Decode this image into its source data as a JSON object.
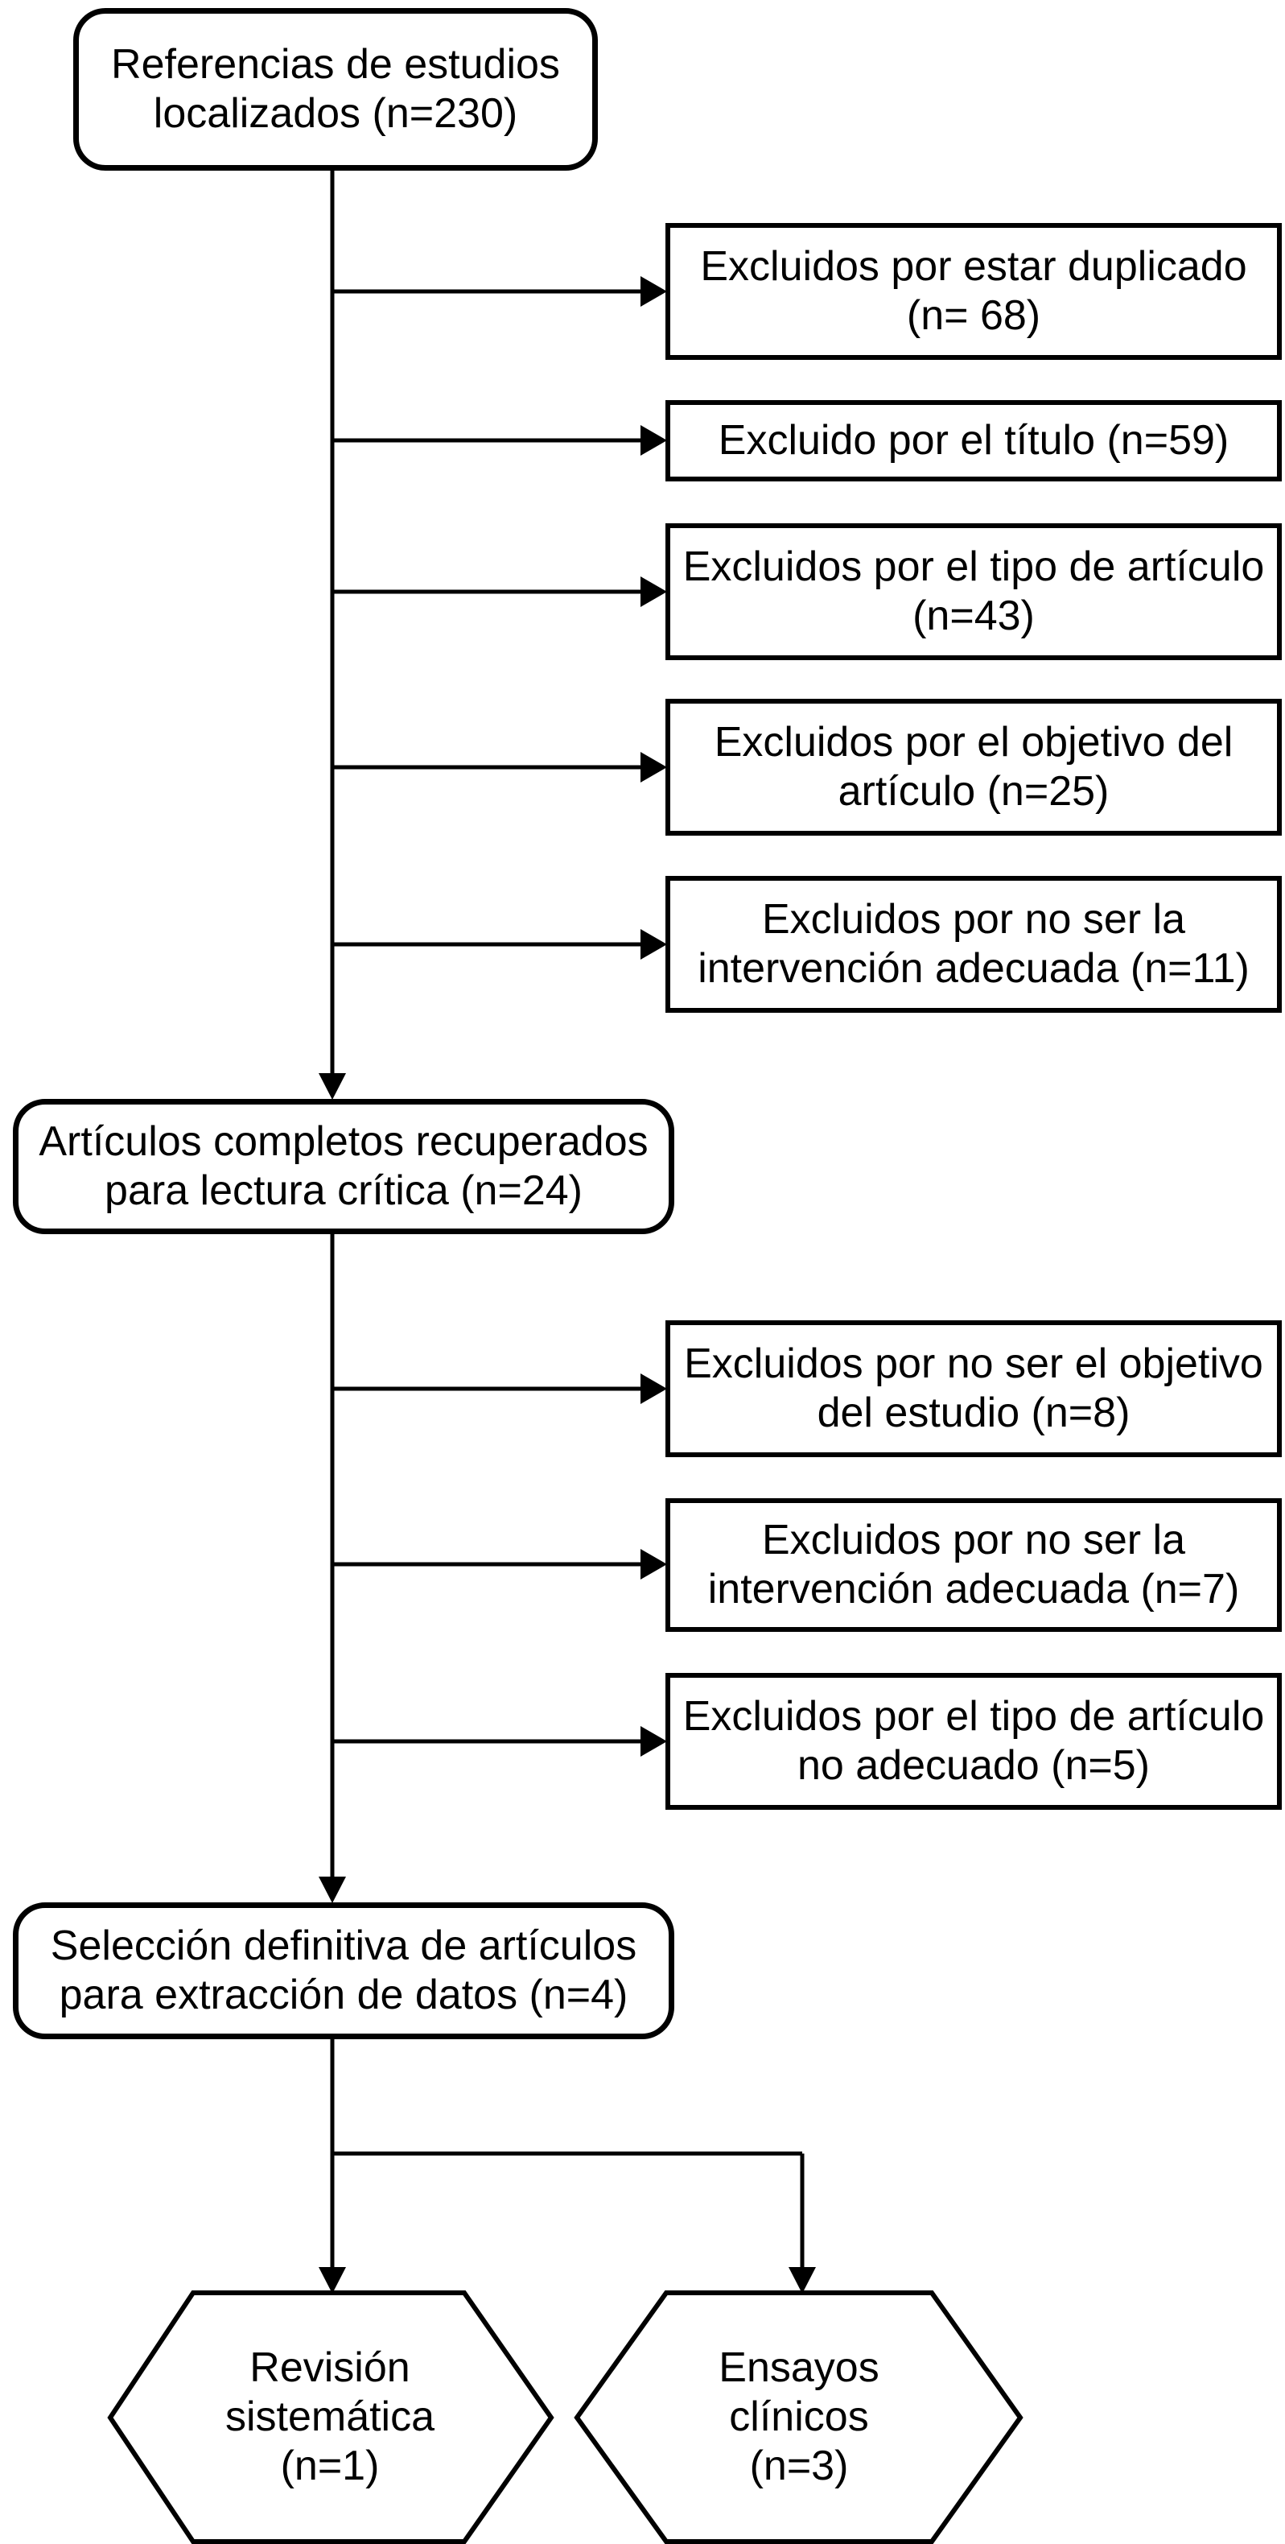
{
  "colors": {
    "ink": "#000000",
    "paper": "#ffffff"
  },
  "flow": {
    "start": {
      "label": "Referencias de estudios localizados (n=230)"
    },
    "stage1_exclusions": [
      {
        "label": "Excluidos por estar duplicado (n= 68)"
      },
      {
        "label": "Excluido por el título (n=59)"
      },
      {
        "label": "Excluidos por el tipo de artículo (n=43)"
      },
      {
        "label": "Excluidos por el objetivo del artículo (n=25)"
      },
      {
        "label": "Excluidos por no ser la intervención adecuada (n=11)"
      }
    ],
    "retrieved": {
      "label": "Artículos completos recuperados para lectura crítica (n=24)"
    },
    "stage2_exclusions": [
      {
        "label": "Excluidos por no ser el objetivo del estudio (n=8)"
      },
      {
        "label": "Excluidos por no ser la intervención adecuada (n=7)"
      },
      {
        "label": "Excluidos por el tipo de artículo no adecuado (n=5)"
      }
    ],
    "final_selection": {
      "label": "Selección definitiva de artículos para extracción de datos (n=4)"
    },
    "outcomes": [
      {
        "lines": [
          "Revisión",
          "sistemática",
          "(n=1)"
        ]
      },
      {
        "lines": [
          "Ensayos",
          "clínicos",
          "(n=3)"
        ]
      }
    ]
  }
}
